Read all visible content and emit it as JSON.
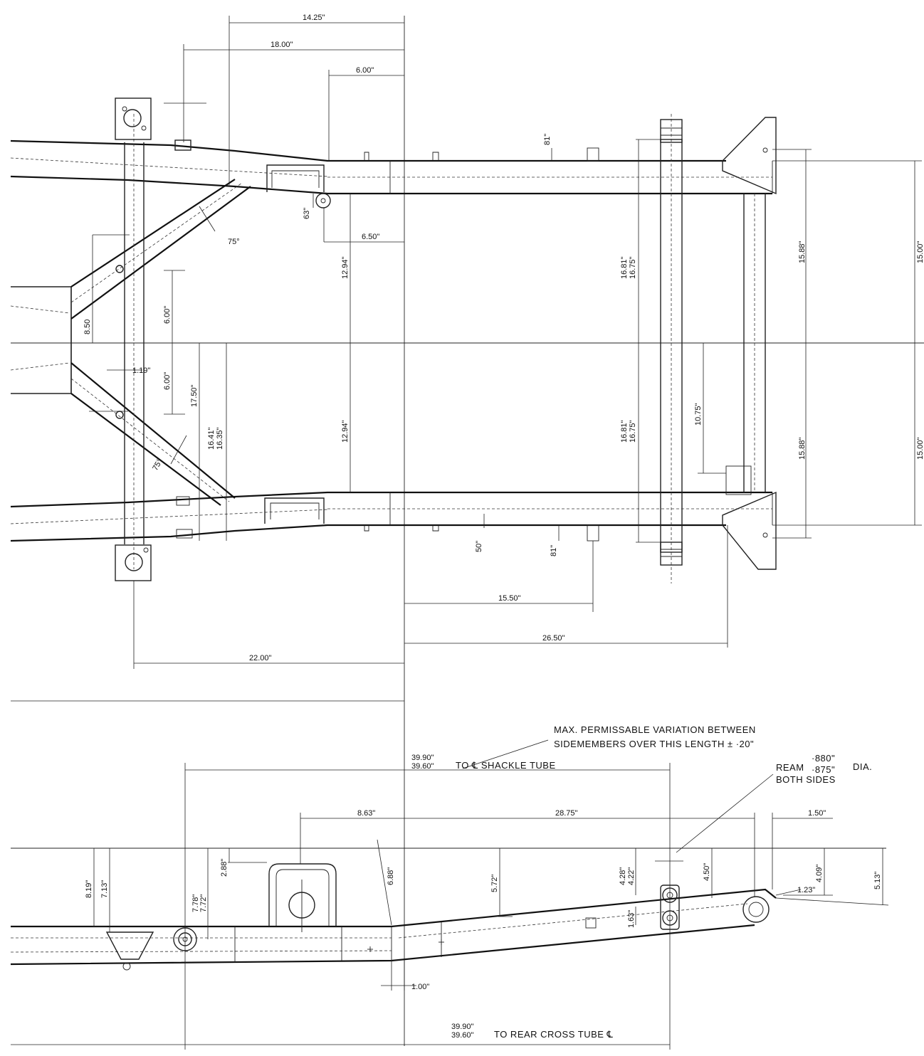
{
  "plan_dimensions": {
    "d_14_25": "14.25\"",
    "d_18_00": "18.00\"",
    "d_6_00_top": "6.00\"",
    "d_81_top": "81\"",
    "d_63": "63\"",
    "d_6_50": "6.50\"",
    "d_75_upper": "75°",
    "d_75_lower": "75°",
    "d_8_50": "8.50",
    "d_6_00_a": "6.00\"",
    "d_6_00_b": "6.00\"",
    "d_1_19": "1.19\"",
    "d_17_50": "17.50\"",
    "d_16_41": "16.41\"",
    "d_16_35": "16.35\"",
    "d_12_94_a": "12.94\"",
    "d_12_94_b": "12.94\"",
    "d_16_81_a": "16.81\"",
    "d_16_75_a": "16.75\"",
    "d_16_81_b": "16.81\"",
    "d_16_75_b": "16.75\"",
    "d_15_88_a": "15.88\"",
    "d_15_88_b": "15.88\"",
    "d_15_00_a": "15.00\"",
    "d_15_00_b": "15.00\"",
    "d_10_75": "10.75\"",
    "d_50": "50\"",
    "d_81_bot": "81\"",
    "d_15_50": "15.50\"",
    "d_26_50": "26.50\"",
    "d_22_00": "22.00\""
  },
  "side_dimensions": {
    "d_39_90_a": "39.90\"",
    "d_39_60_a": "39.60\"",
    "shackle_label": "TO ℄ SHACKLE TUBE",
    "d_8_63": "8.63\"",
    "d_28_75": "28.75\"",
    "d_1_50": "1.50\"",
    "d_8_19": "8.19\"",
    "d_7_13": "7.13\"",
    "d_7_78": "7.78\"",
    "d_7_72": "7.72\"",
    "d_2_88": "2.88\"",
    "d_6_88": "6.88\"",
    "d_5_72": "5.72\"",
    "d_4_28": "4.28\"",
    "d_4_22": "4.22\"",
    "d_4_50": "4.50\"",
    "d_4_09": "4.09\"",
    "d_5_13": "5.13\"",
    "d_1_63": "1.63\"",
    "d_1_23": "1.23\"",
    "d_1_00": "1.00\"",
    "d_39_90_b": "39.90\"",
    "d_39_60_b": "39.60\"",
    "rear_label": "TO REAR CROSS TUBE ℄"
  },
  "notes": {
    "variation_line1": "MAX. PERMISSABLE VARIATION BETWEEN",
    "variation_line2": "SIDEMEMBERS OVER THIS LENGTH ± ·20\"",
    "ream_line1": "REAM",
    "ream_880": "·880\"",
    "ream_875": "·875\"",
    "ream_dia": "DIA.",
    "ream_line2": "BOTH SIDES"
  }
}
